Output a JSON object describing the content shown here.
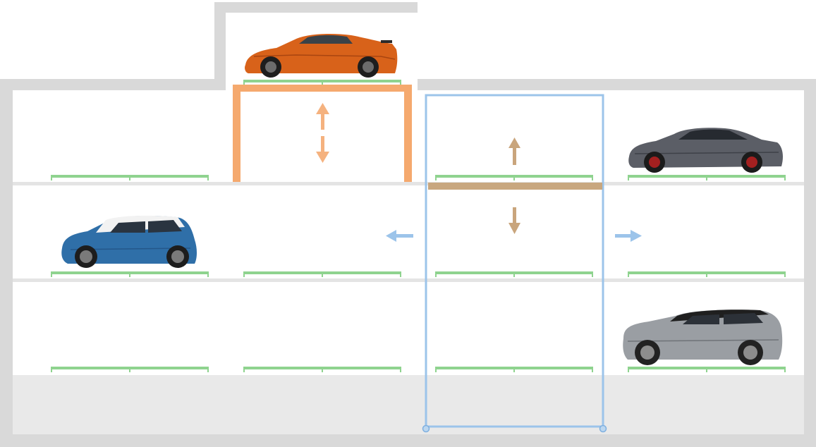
{
  "diagram": {
    "type": "automated-parking-system-cross-section",
    "levels": [
      "roof",
      "upper",
      "middle",
      "lower",
      "pit"
    ],
    "bays": [
      "left",
      "center-left",
      "lift-shaft",
      "right"
    ],
    "cars": [
      {
        "model": "sports-coupe",
        "color": "#d8621a",
        "location": "roof-lift-platform"
      },
      {
        "model": "sedan-coupe",
        "color": "#5b5e66",
        "location": "upper-right-bay"
      },
      {
        "model": "hatchback",
        "color": "#2f6fa8",
        "location": "middle-left-bay"
      },
      {
        "model": "suv",
        "color": "#9a9ea3",
        "location": "lower-right-bay"
      }
    ],
    "colors": {
      "structure": "#d9d9d9",
      "floor": "#e4e4e4",
      "pit": "#e9e9e9",
      "pallet": "#8fd38f",
      "lift_frame": "#f5a96e",
      "shuttle_frame": "#9cc4ea",
      "shuttle_platform": "#c8a77f",
      "lift_arrow": "#f5b27f",
      "shuttle_arrow": "#c9a57c",
      "transfer_arrow": "#9cc4ea"
    },
    "motions": {
      "roof_lift": "up-down",
      "shuttle": "up-down",
      "transfer": "left-right"
    }
  }
}
